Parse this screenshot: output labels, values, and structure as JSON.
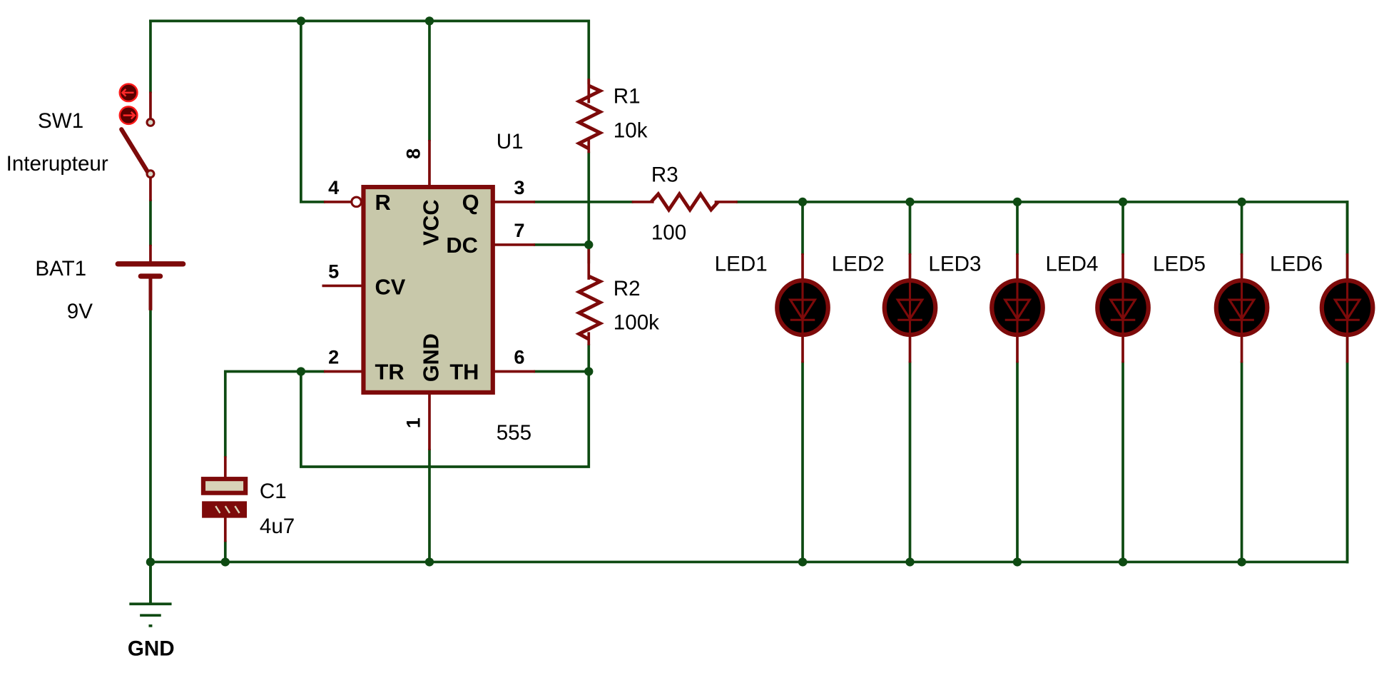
{
  "diagram": {
    "type": "circuit-schematic",
    "title": "555 astable LED flasher",
    "colors": {
      "wire": "#0e4a12",
      "component": "#7d0a0a",
      "ic_body": "#c8c8aa",
      "led_fill": "#000000",
      "switch_indicator": "#ff1a1a"
    }
  },
  "components": {
    "switch": {
      "ref": "SW1",
      "value": "Interupteur"
    },
    "battery": {
      "ref": "BAT1",
      "value": "9V"
    },
    "ic": {
      "ref": "U1",
      "value": "555",
      "pins": [
        {
          "num": "4",
          "name": "R"
        },
        {
          "num": "5",
          "name": "CV"
        },
        {
          "num": "2",
          "name": "TR"
        },
        {
          "num": "8",
          "name": "VCC"
        },
        {
          "num": "1",
          "name": "GND"
        },
        {
          "num": "3",
          "name": "Q"
        },
        {
          "num": "7",
          "name": "DC"
        },
        {
          "num": "6",
          "name": "TH"
        }
      ]
    },
    "r1": {
      "ref": "R1",
      "value": "10k"
    },
    "r2": {
      "ref": "R2",
      "value": "100k"
    },
    "r3": {
      "ref": "R3",
      "value": "100"
    },
    "c1": {
      "ref": "C1",
      "value": "4u7"
    },
    "ground": {
      "label": "GND"
    },
    "leds": [
      {
        "ref": "LED1"
      },
      {
        "ref": "LED2"
      },
      {
        "ref": "LED3"
      },
      {
        "ref": "LED4"
      },
      {
        "ref": "LED5"
      },
      {
        "ref": "LED6"
      }
    ]
  }
}
